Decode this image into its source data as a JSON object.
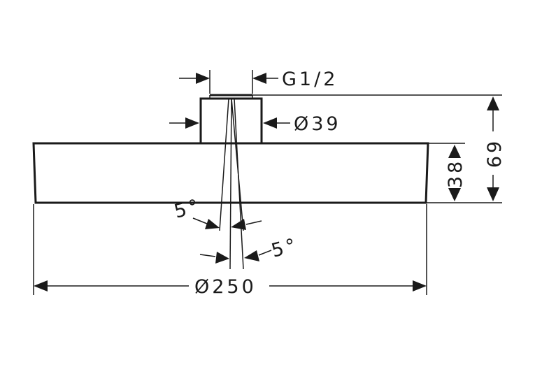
{
  "labels": {
    "thread": "G1/2",
    "connector_diameter": "Ø39",
    "head_diameter": "Ø250",
    "head_height": "38",
    "total_height": "69",
    "angle_upper": "5°",
    "angle_lower": "5°"
  }
}
